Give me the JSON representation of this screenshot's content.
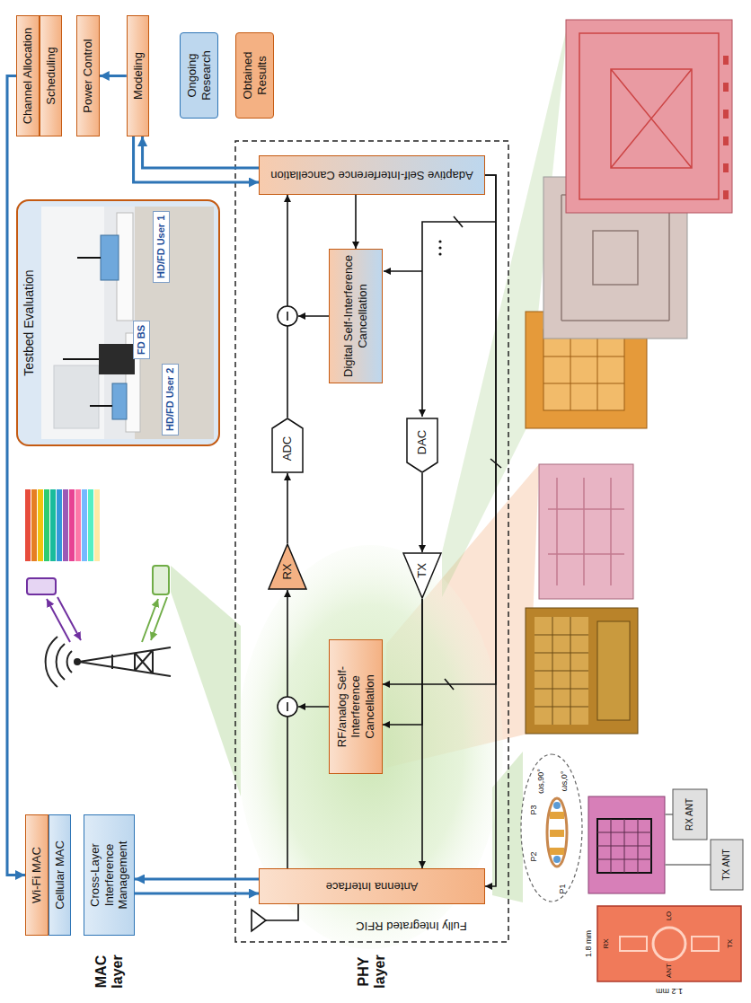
{
  "diagram": {
    "nodes": [
      {
        "text": [
          "Wi-Fi MAC"
        ]
      },
      {
        "text": [
          "Cellular MAC"
        ]
      },
      {
        "text": [
          "Cross-Layer Interference Management"
        ]
      },
      {
        "text": [
          "Testbed Evaluation"
        ]
      },
      {
        "text": [
          "HD/FD User 2"
        ],
        "in": 3
      },
      {
        "text": [
          "FD BS"
        ],
        "in": 3
      },
      {
        "text": [
          "HD/FD User 1"
        ],
        "in": 3
      },
      {
        "text": [
          "Channel Allocation"
        ]
      },
      {
        "text": [
          "Scheduling"
        ]
      },
      {
        "text": [
          "Power Control"
        ]
      },
      {
        "text": [
          "Modeling"
        ]
      },
      {
        "text": [
          "Antenna Interface"
        ]
      },
      {
        "text": [
          "RF/analog Self-Interference Cancellation"
        ]
      },
      {
        "text": [
          "RX"
        ]
      },
      {
        "text": [
          "ADC"
        ]
      },
      {
        "text": [
          "TX"
        ]
      },
      {
        "text": [
          "DAC"
        ]
      },
      {
        "text": [
          "Digital Self-Interference Cancellation"
        ]
      },
      {
        "text": [
          "Adaptive Self-Interference Cancellation"
        ]
      }
    ],
    "edges": [
      {
        "from": 7,
        "to": 0,
        "arrow": "to"
      },
      {
        "from": 10,
        "to": 9,
        "arrow": "to"
      },
      {
        "from": 10,
        "to": 18,
        "arrow": "to"
      },
      {
        "from": 18,
        "to": 10,
        "arrow": "to"
      },
      {
        "from": 2,
        "to": 11,
        "arrow": "to"
      },
      {
        "from": 11,
        "to": 2,
        "arrow": "to"
      },
      {
        "from": 11,
        "to": 13,
        "arrow": "to"
      },
      {
        "from": 13,
        "to": 14,
        "arrow": "to"
      },
      {
        "from": 14,
        "to": 18,
        "arrow": "to"
      },
      {
        "from": 16,
        "to": 15,
        "arrow": "to"
      },
      {
        "from": 15,
        "to": 11,
        "arrow": "to"
      },
      {
        "from": 15,
        "to": 12,
        "arrow": "to"
      },
      {
        "from": 18,
        "to": 17,
        "arrow": "to"
      },
      {
        "from": 18,
        "to": 12,
        "arrow": "to"
      },
      {
        "from": 18,
        "to": 11,
        "arrow": "to"
      }
    ],
    "labels": [
      "MAC layer",
      "PHY layer",
      "Fully Integrated RFIC",
      "P1",
      "P2",
      "P3",
      "ωs,0°",
      "ωs,90°",
      "1.8 mm",
      "1.2 mm",
      "RX",
      "ANT",
      "TX",
      "LO",
      "TX ANT",
      "RX ANT"
    ],
    "legend": [
      {
        "text": "Ongoing Research",
        "color": "#bdd7ee"
      },
      {
        "text": "Obtained Results",
        "color": "#f4b183"
      }
    ]
  }
}
